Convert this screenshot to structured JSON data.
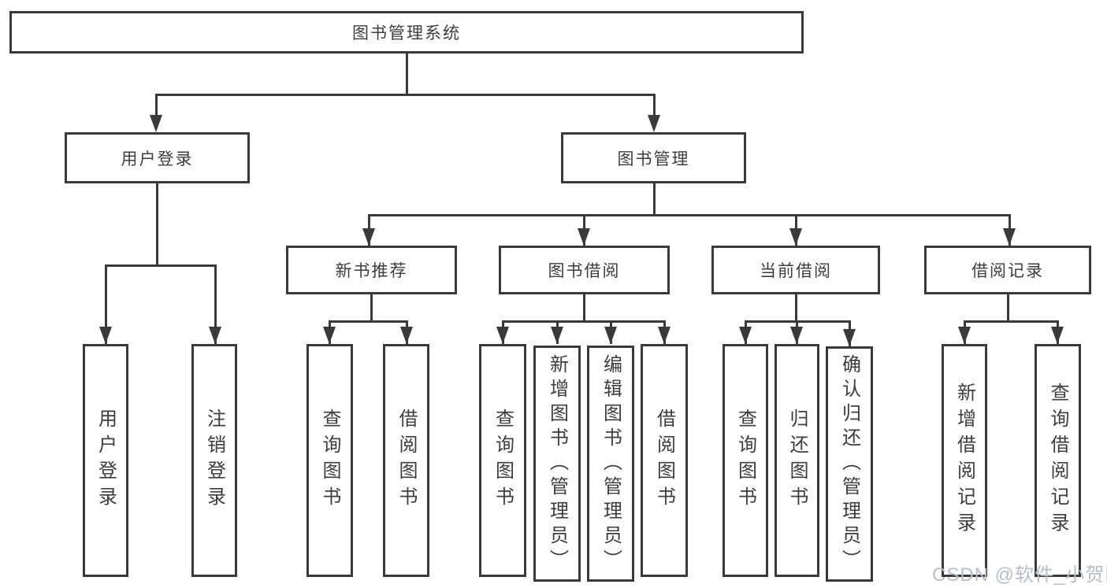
{
  "diagram_type": "hierarchy-diagram",
  "tree": {
    "label": "图书管理系统",
    "children": [
      {
        "label": "用户登录",
        "children": [
          {
            "label": "用户登录"
          },
          {
            "label": "注销登录"
          }
        ]
      },
      {
        "label": "图书管理",
        "children": [
          {
            "label": "新书推荐",
            "children": [
              {
                "label": "查询图书"
              },
              {
                "label": "借阅图书"
              }
            ]
          },
          {
            "label": "图书借阅",
            "children": [
              {
                "label": "查询图书"
              },
              {
                "label": "新增图书（管理员）"
              },
              {
                "label": "编辑图书（管理员）"
              },
              {
                "label": "借阅图书"
              }
            ]
          },
          {
            "label": "当前借阅",
            "children": [
              {
                "label": "查询图书"
              },
              {
                "label": "归还图书"
              },
              {
                "label": "确认归还（管理员）"
              }
            ]
          },
          {
            "label": "借阅记录",
            "children": [
              {
                "label": "新增借阅记录"
              },
              {
                "label": "查询借阅记录"
              }
            ]
          }
        ]
      }
    ]
  },
  "watermark": {
    "text": "CSDN @软件_小贺同学"
  },
  "colors": {
    "line": "#3a3a3a",
    "text": "#3d3d3d",
    "background": "#ffffff",
    "watermark": "#b9bdc6"
  }
}
